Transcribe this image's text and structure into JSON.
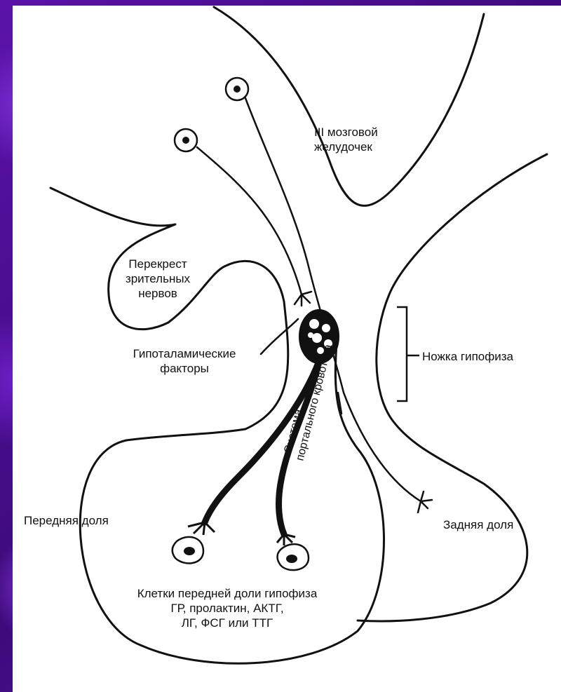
{
  "labels": {
    "ventricle": [
      "III мозговой",
      "желудочек"
    ],
    "chiasm": [
      "Перекрест",
      "зрительных",
      "нервов"
    ],
    "factors": [
      "Гипоталамические",
      "факторы"
    ],
    "stalk": "Ножка гипофиза",
    "anterior": "Передняя доля",
    "posterior": "Задняя доля",
    "portal": [
      "Система",
      "портального кровотока"
    ],
    "cells": [
      "Клетки передней доли гипофиза",
      "ГР, пролактин, АКТГ,",
      "ЛГ, ФСГ или ТТГ"
    ]
  }
}
